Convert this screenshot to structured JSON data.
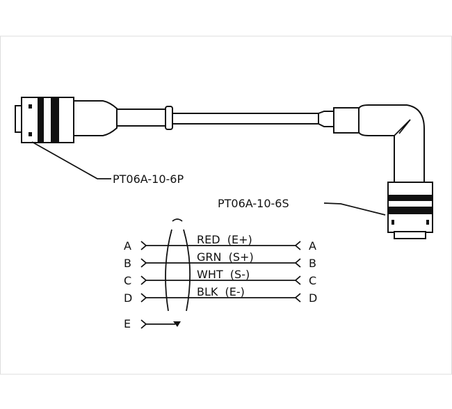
{
  "connectors": {
    "left": "PT06A-10-6P",
    "right": "PT06A-10-6S"
  },
  "wiring": {
    "wires": [
      {
        "pin": "A",
        "label": "RED  (E+)"
      },
      {
        "pin": "B",
        "label": "GRN  (S+)"
      },
      {
        "pin": "C",
        "label": "WHT  (S-)"
      },
      {
        "pin": "D",
        "label": "BLK  (E-)"
      }
    ],
    "shield_pin": "E"
  }
}
